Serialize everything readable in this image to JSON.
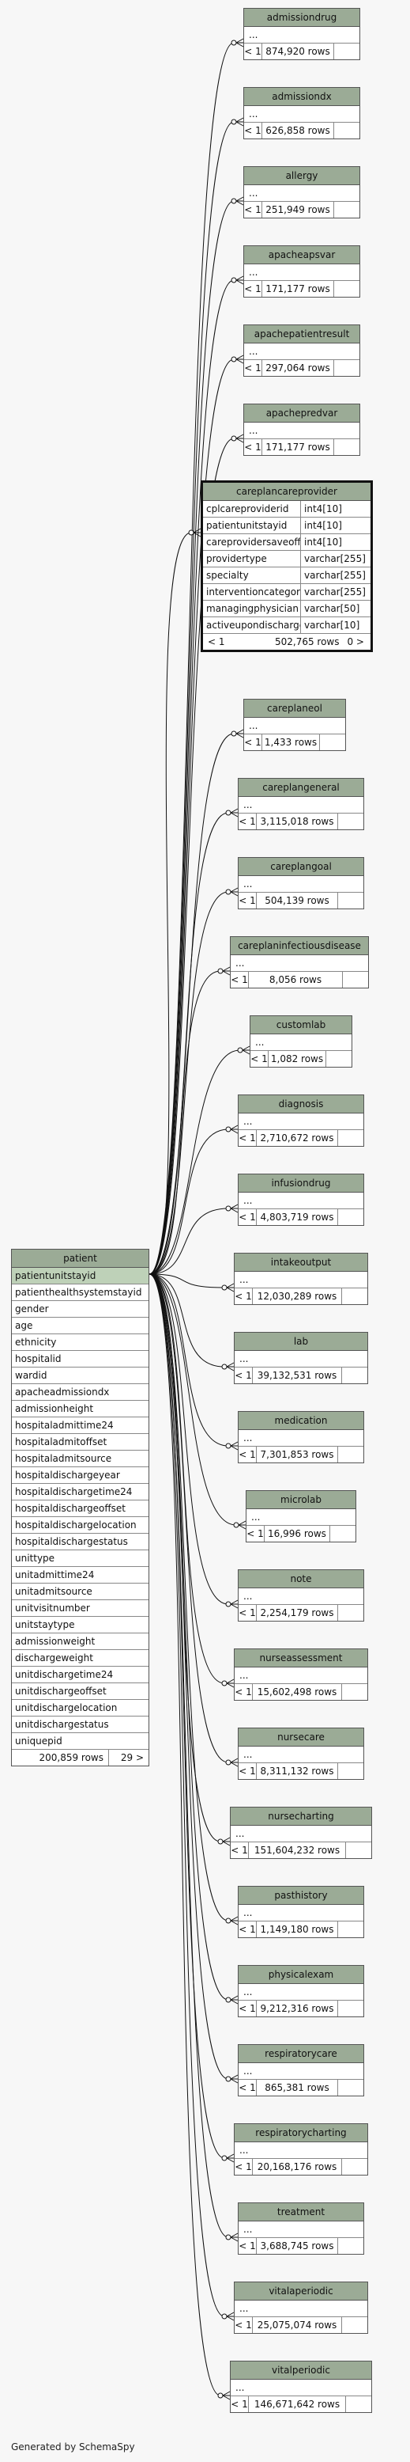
{
  "tables": [
    {
      "name": "admissiondrug",
      "type": "ref",
      "rows": "874,920 rows"
    },
    {
      "name": "admissiondx",
      "type": "ref",
      "rows": "626,858 rows"
    },
    {
      "name": "allergy",
      "type": "ref",
      "rows": "251,949 rows"
    },
    {
      "name": "apacheapsvar",
      "type": "ref",
      "rows": "171,177 rows"
    },
    {
      "name": "apachepatientresult",
      "type": "ref",
      "rows": "297,064 rows"
    },
    {
      "name": "apachepredvar",
      "type": "ref",
      "rows": "171,177 rows"
    },
    {
      "name": "careplancareprovider",
      "type": "focus",
      "rows": "502,765 rows",
      "more": "0 >",
      "columns": [
        {
          "name": "cplcareproviderid",
          "type": "int4[10]"
        },
        {
          "name": "patientunitstayid",
          "type": "int4[10]"
        },
        {
          "name": "careprovidersaveoffset",
          "type": "int4[10]"
        },
        {
          "name": "providertype",
          "type": "varchar[255]"
        },
        {
          "name": "specialty",
          "type": "varchar[255]"
        },
        {
          "name": "interventioncategory",
          "type": "varchar[255]"
        },
        {
          "name": "managingphysician",
          "type": "varchar[50]"
        },
        {
          "name": "activeupondischarge",
          "type": "varchar[10]"
        }
      ]
    },
    {
      "name": "careplaneol",
      "type": "ref",
      "rows": "1,433 rows"
    },
    {
      "name": "careplangeneral",
      "type": "ref",
      "rows": "3,115,018 rows"
    },
    {
      "name": "careplangoal",
      "type": "ref",
      "rows": "504,139 rows"
    },
    {
      "name": "careplaninfectiousdisease",
      "type": "ref",
      "rows": "8,056 rows"
    },
    {
      "name": "customlab",
      "type": "ref",
      "rows": "1,082 rows"
    },
    {
      "name": "diagnosis",
      "type": "ref",
      "rows": "2,710,672 rows"
    },
    {
      "name": "infusiondrug",
      "type": "ref",
      "rows": "4,803,719 rows"
    },
    {
      "name": "intakeoutput",
      "type": "ref",
      "rows": "12,030,289 rows"
    },
    {
      "name": "lab",
      "type": "ref",
      "rows": "39,132,531 rows"
    },
    {
      "name": "medication",
      "type": "ref",
      "rows": "7,301,853 rows"
    },
    {
      "name": "microlab",
      "type": "ref",
      "rows": "16,996 rows"
    },
    {
      "name": "note",
      "type": "ref",
      "rows": "2,254,179 rows"
    },
    {
      "name": "nurseassessment",
      "type": "ref",
      "rows": "15,602,498 rows"
    },
    {
      "name": "nursecare",
      "type": "ref",
      "rows": "8,311,132 rows"
    },
    {
      "name": "nursecharting",
      "type": "ref",
      "rows": "151,604,232 rows"
    },
    {
      "name": "pasthistory",
      "type": "ref",
      "rows": "1,149,180 rows"
    },
    {
      "name": "physicalexam",
      "type": "ref",
      "rows": "9,212,316 rows"
    },
    {
      "name": "respiratorycare",
      "type": "ref",
      "rows": "865,381 rows"
    },
    {
      "name": "respiratorycharting",
      "type": "ref",
      "rows": "20,168,176 rows"
    },
    {
      "name": "treatment",
      "type": "ref",
      "rows": "3,688,745 rows"
    },
    {
      "name": "vitalaperiodic",
      "type": "ref",
      "rows": "25,075,074 rows"
    },
    {
      "name": "vitalperiodic",
      "type": "ref",
      "rows": "146,671,642 rows"
    },
    {
      "name": "patient",
      "type": "patient",
      "rows": "200,859 rows",
      "more": "29 >",
      "columns": [
        "patientunitstayid",
        "patienthealthsystemstayid",
        "gender",
        "age",
        "ethnicity",
        "hospitalid",
        "wardid",
        "apacheadmissiondx",
        "admissionheight",
        "hospitaladmittime24",
        "hospitaladmitoffset",
        "hospitaladmitsource",
        "hospitaldischargeyear",
        "hospitaldischargetime24",
        "hospitaldischargeoffset",
        "hospitaldischargelocation",
        "hospitaldischargestatus",
        "unittype",
        "unitadmittime24",
        "unitadmitsource",
        "unitvisitnumber",
        "unitstaytype",
        "admissionweight",
        "dischargeweight",
        "unitdischargetime24",
        "unitdischargeoffset",
        "unitdischargelocation",
        "unitdischargestatus",
        "uniquepid"
      ]
    }
  ],
  "labels": {
    "less": "< 1",
    "dots": "..."
  },
  "footer": "Generated by SchemaSpy",
  "colors": {
    "header": "#9bab96",
    "pk": "#bed1b8",
    "background": "#f7f7f7"
  }
}
